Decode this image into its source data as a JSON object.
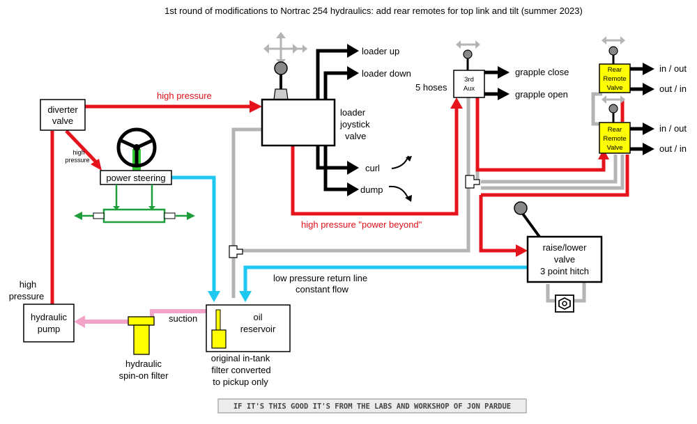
{
  "title": "1st round of modifications to Nortrac 254 hydraulics: add rear remotes for top link and tilt (summer 2023)",
  "components": {
    "diverter_valve": [
      "diverter",
      "valve"
    ],
    "power_steering": "power steering",
    "loader_valve": [
      "loader",
      "joystick",
      "valve"
    ],
    "third_aux": [
      "3rd",
      "Aux"
    ],
    "rear_remote_valve": [
      "Rear",
      "Remote",
      "Valve"
    ],
    "raise_lower_valve": [
      "raise/lower",
      "valve",
      "3 point hitch"
    ],
    "oil_reservoir": [
      "oil",
      "reservoir"
    ],
    "hydraulic_pump": [
      "hydraulic",
      "pump"
    ],
    "spin_on_filter": [
      "hydraulic",
      "spin-on filter"
    ]
  },
  "labels": {
    "high_pressure_top": "high pressure",
    "high_pressure_small": [
      "high",
      "pressure"
    ],
    "high_pressure_left": [
      "high",
      "pressure"
    ],
    "power_beyond": "high pressure \"power beyond\"",
    "low_pressure_return": [
      "low pressure return line",
      "constant flow"
    ],
    "suction": "suction",
    "five_hoses": "5 hoses",
    "in_tank_filter": [
      "original in-tank",
      "filter converted",
      "to pickup only"
    ]
  },
  "outputs": {
    "loader_up": "loader up",
    "loader_down": "loader down",
    "curl": "curl",
    "dump": "dump",
    "grapple_close": "grapple close",
    "grapple_open": "grapple open",
    "remote1_a": "in / out",
    "remote1_b": "out / in",
    "remote2_a": "in / out",
    "remote2_b": "out / in"
  },
  "footer": "IF IT'S THIS GOOD IT'S FROM THE LABS AND WORKSHOP OF JON PARDUE",
  "colors": {
    "high_pressure": "#e5141c",
    "return_line": "#1ec8f0",
    "suction_line": "#f4a3c8",
    "drain_line": "#b4b4b4",
    "steering": "#1e9e3a",
    "valve_yellow": "#ffff00"
  }
}
